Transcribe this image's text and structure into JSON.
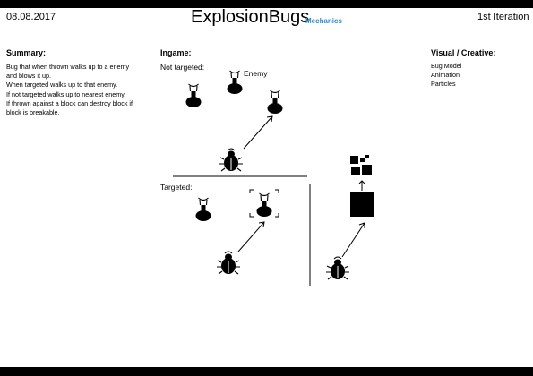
{
  "header": {
    "date": "08.08.2017",
    "title": "ExplosionBugs",
    "subtitle": "Mechanics",
    "iteration": "1st Iteration"
  },
  "summary": {
    "heading": "Summary:",
    "lines": [
      "Bug that when thrown walks up to a enemy",
      "and blows it up.",
      "When targeted walks up to that enemy.",
      "If not targeted walks up to nearest enemy.",
      "If thrown against a block can destroy block if",
      "block is breakable."
    ]
  },
  "ingame": {
    "heading": "Ingame:",
    "not_targeted_label": "Not targeted:",
    "enemy_label": "Enemy",
    "targeted_label": "Targeted:"
  },
  "visual": {
    "heading": "Visual / Creative:",
    "items": [
      "Bug Model",
      "Animation",
      "Particles"
    ]
  },
  "colors": {
    "bars": "#000000",
    "subtitle": "#2f8fd0"
  },
  "icons": [
    "enemy-figure-icon",
    "bug-icon",
    "arrow-icon",
    "target-bracket-icon",
    "block-icon",
    "block-fragment-icon"
  ]
}
